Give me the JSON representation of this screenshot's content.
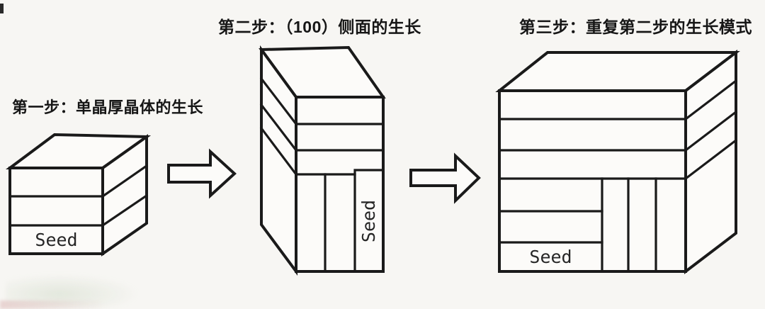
{
  "figure": {
    "title_hint": "crystal growth steps diagram",
    "background_color": "#f7f6f3",
    "line_color": "#1a1a1a",
    "face_color": "#fcfbf9",
    "steps": [
      {
        "label": "第一步：单晶厚晶体的生长",
        "seed_label": "Seed"
      },
      {
        "label": "第二步：（100）侧面的生长",
        "seed_label": "Seed"
      },
      {
        "label": "第三步：重复第二步的生长模式",
        "seed_label": "Seed"
      }
    ],
    "arrows": [
      {
        "name": "arrow-step1-to-step2",
        "direction": "right"
      },
      {
        "name": "arrow-step2-to-step3",
        "direction": "right"
      }
    ]
  }
}
